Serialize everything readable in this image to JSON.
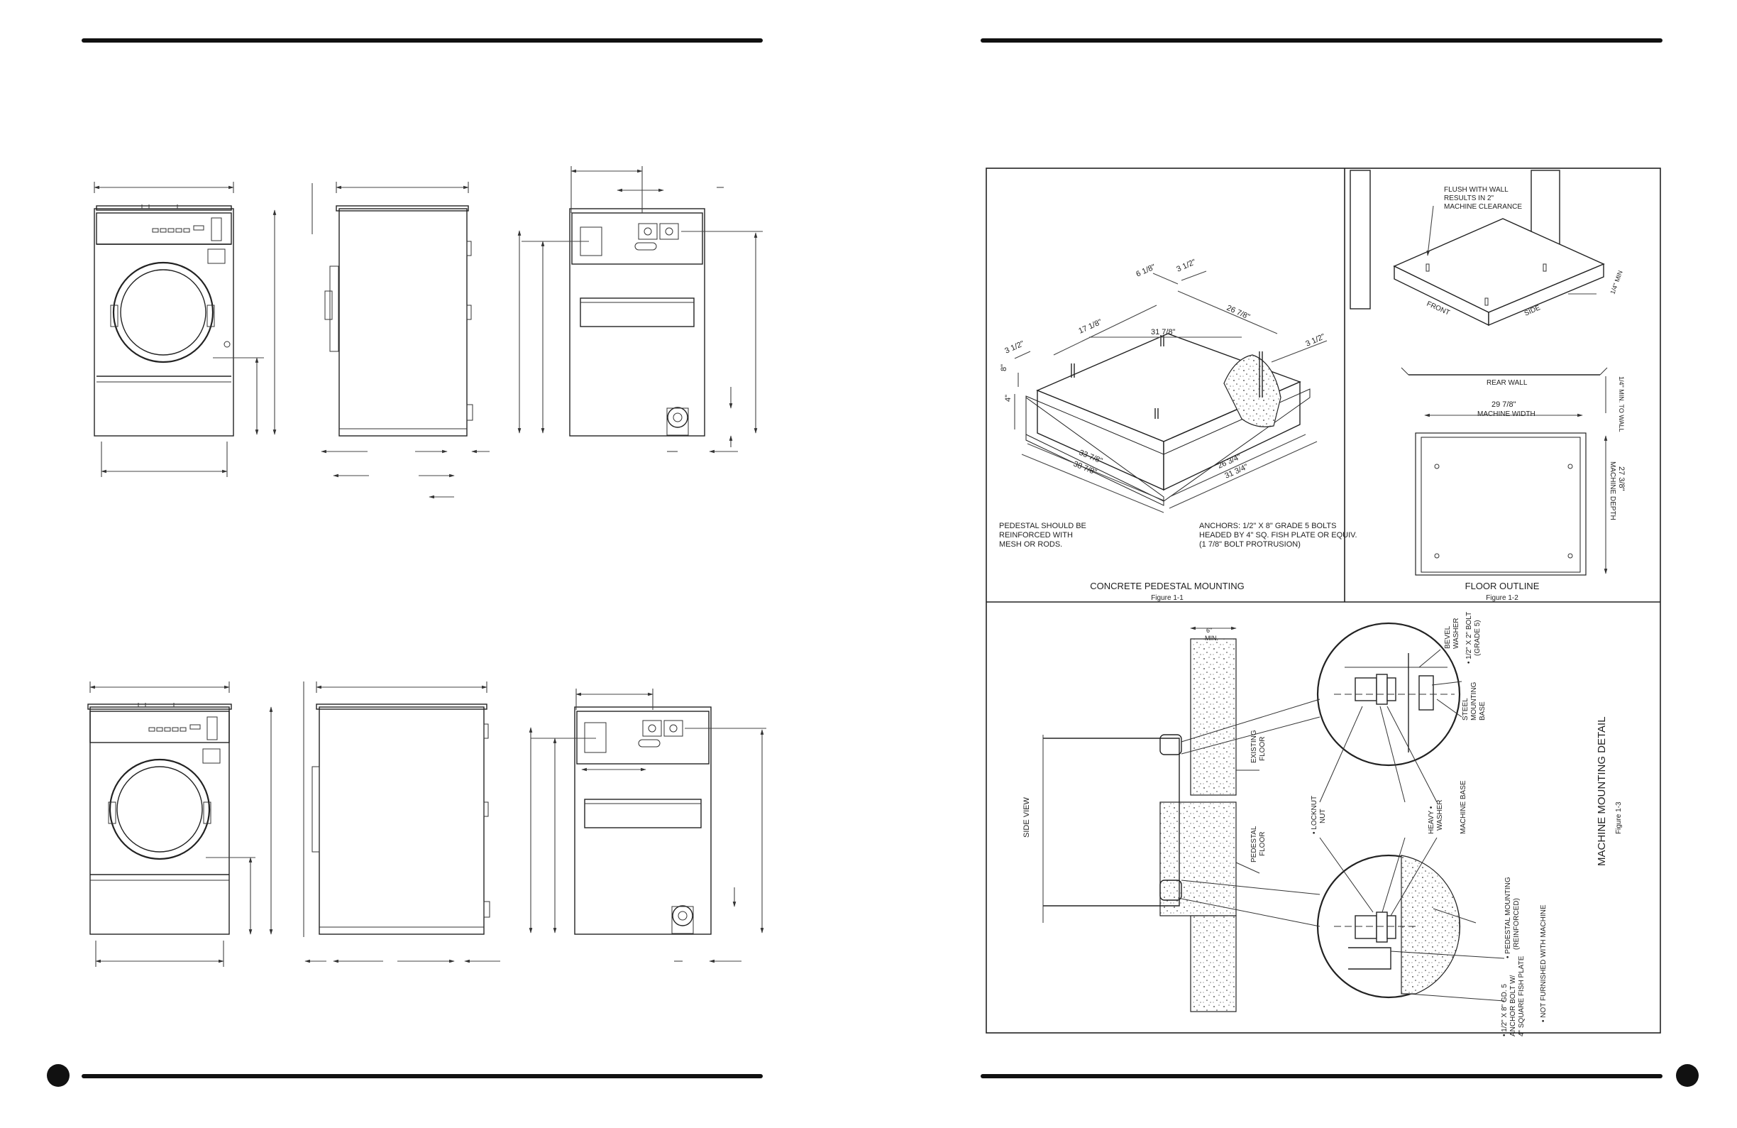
{
  "figures": {
    "fig1": {
      "pedestal_note": [
        "PEDESTAL SHOULD BE",
        "REINFORCED WITH",
        "MESH OR RODS."
      ],
      "anchor_note": [
        "ANCHORS: 1/2\" X 8\" GRADE 5 BOLTS",
        "HEADED BY 4\" SQ. FISH PLATE OR EQUIV.",
        "(1 7/8\" BOLT PROTRUSION)"
      ],
      "title": "CONCRETE PEDESTAL MOUNTING",
      "caption": "Figure 1-1",
      "dims": {
        "d1": "6 1/8\"",
        "d2": "3 1/2\"",
        "d3": "17 1/8\"",
        "d4": "26 7/8\"",
        "d5": "31 7/8\"",
        "d6": "3 1/2\"",
        "d7": "3 1/2\"",
        "d8": "8\"",
        "d9": "4\"",
        "d10": "33 7/8\"",
        "d11": "38 7/8\"",
        "d12": "26 3/4\"",
        "d13": "31 3/4\""
      }
    },
    "fig2": {
      "flush_note": [
        "FLUSH WITH WALL",
        "RESULTS IN 2\"",
        "MACHINE CLEARANCE"
      ],
      "front": "FRONT",
      "side": "SIDE",
      "min_gap": "1/4\" MIN",
      "rear_wall": "REAR WALL",
      "width_value": "29 7/8\"",
      "width_label": "MACHINE WIDTH",
      "rear_clear": "1/4\" MIN. TO WALL",
      "depth_value": "27 3/8\"",
      "depth_label": "MACHINE DEPTH",
      "title": "FLOOR OUTLINE",
      "caption": "Figure 1-2"
    },
    "fig3": {
      "min6": [
        "6\"",
        "MIN."
      ],
      "side_view": "SIDE VIEW",
      "existing_floor": [
        "EXISTING",
        "FLOOR"
      ],
      "pedestal_floor": [
        "PEDESTAL",
        "FLOOR"
      ],
      "locknut": [
        "• LOCKNUT",
        "NUT"
      ],
      "bevel": [
        "BEVEL",
        "WASHER"
      ],
      "bolt": [
        "• 1/2\" X 2\" BOLT",
        "(GRADE 5)"
      ],
      "steel_base": [
        "STEEL",
        "MOUNTING",
        "BASE"
      ],
      "heavy": [
        "HEAVY •",
        "WASHER"
      ],
      "machine_base": "MACHINE BASE",
      "pedestal_mount": [
        "• PEDESTAL MOUNTING",
        "(REINFORCED)"
      ],
      "anchor_bolt": [
        "• 1/2\" X 8\" GD. 5",
        "ANCHOR BOLT W/",
        "4\" SQUARE FISH PLATE"
      ],
      "not_furnished": "• NOT FURNISHED WITH MACHINE",
      "title": "MACHINE MOUNTING DETAIL",
      "caption": "Figure 1-3"
    }
  }
}
